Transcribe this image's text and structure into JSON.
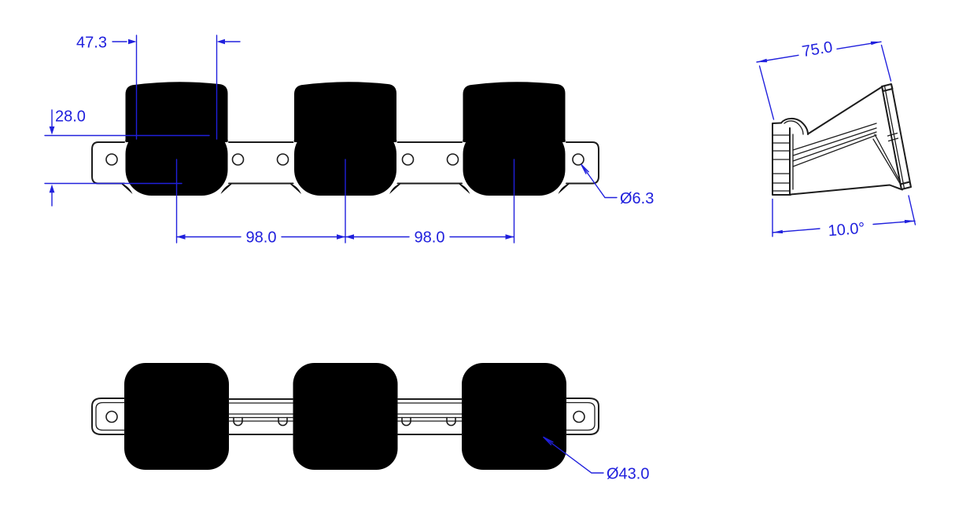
{
  "page": {
    "background": "#ffffff"
  },
  "drawing": {
    "line_color": "#1c1c1c",
    "dimension_color": "#2020dd",
    "front_view": {
      "dim_flange_bolt_spacing": "47.3",
      "dim_plate_height": "28.0",
      "dim_port_pitch_1": "98.0",
      "dim_port_pitch_2": "98.0",
      "dim_bolt_hole_diameter": "Ø6.3"
    },
    "side_view": {
      "dim_depth": "75.0",
      "dim_angle": "10.0°"
    },
    "top_view": {
      "dim_port_diameter": "Ø43.0"
    }
  }
}
